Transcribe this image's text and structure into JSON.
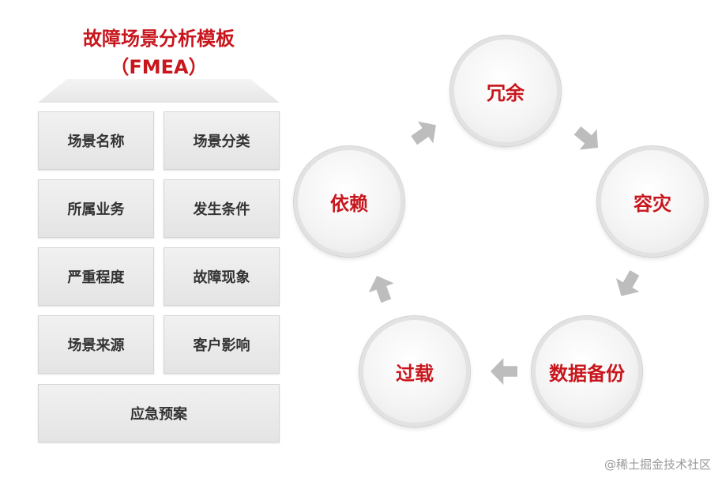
{
  "template": {
    "title_line1": "故障场景分析模板",
    "title_line2": "（FMEA）",
    "cells": [
      "场景名称",
      "场景分类",
      "所属业务",
      "发生条件",
      "严重程度",
      "故障现象",
      "场景来源",
      "客户影响"
    ],
    "wide_cell": "应急预案"
  },
  "cycle": {
    "nodes": [
      "冗余",
      "容灾",
      "数据备份",
      "过载",
      "依赖"
    ]
  },
  "watermark": "@稀土掘金技术社区"
}
